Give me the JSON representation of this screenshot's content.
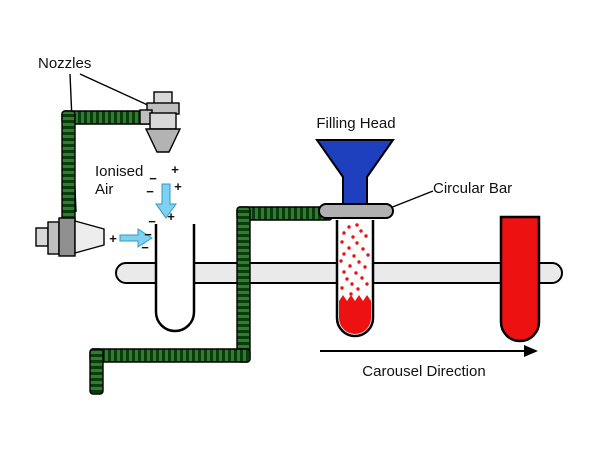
{
  "labels": {
    "nozzles": "Nozzles",
    "ionised_air_line1": "Ionised",
    "ionised_air_line2": "Air",
    "filling_head": "Filling Head",
    "circular_bar": "Circular Bar",
    "carousel_direction": "Carousel Direction"
  },
  "charges": [
    {
      "sign": "−"
    },
    {
      "sign": "+"
    },
    {
      "sign": "−"
    },
    {
      "sign": "+"
    },
    {
      "sign": "+"
    },
    {
      "sign": "−"
    },
    {
      "sign": "+"
    },
    {
      "sign": "−"
    },
    {
      "sign": "−"
    }
  ],
  "colors": {
    "outline": "#000000",
    "tube_dark": "#0c3b0c",
    "tube_light": "#2e7d32",
    "funnel_blue": "#1e3fbe",
    "liquid_red": "#ee1111",
    "carousel_fill": "#eaeaea",
    "circular_bar_fill": "#b0b0b0",
    "ionised_arrow_cyan": "#7fd1ef",
    "nozzle_light_gray": "#d9d9d9",
    "nozzle_mid_gray": "#bfbfbf",
    "nozzle_dark_gray": "#909090",
    "cone_gray": "#b3b3b3"
  }
}
